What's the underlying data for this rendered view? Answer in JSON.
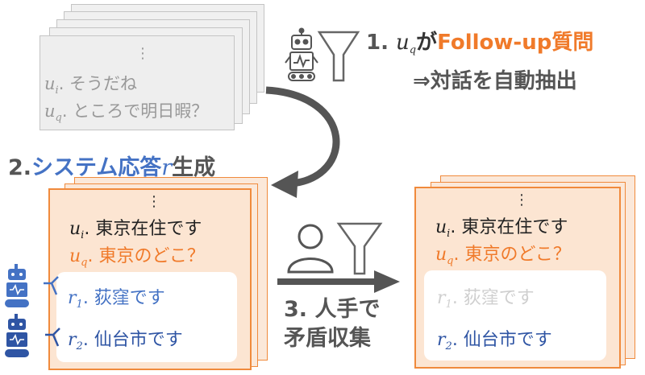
{
  "colors": {
    "orange": "#f07a2a",
    "blue": "#4472c4",
    "text_gray": "#999999",
    "dark": "#333333",
    "faded": "#cfcfcf"
  },
  "dialogue_pool": {
    "ellipsis": "⋮",
    "line1": {
      "var": "u",
      "sub": "i",
      "text": ". そうだね"
    },
    "line2": {
      "var": "u",
      "sub": "q",
      "text": ". ところで明日暇？"
    }
  },
  "step1": {
    "number": "1.",
    "var": "u",
    "sub": "q",
    "ga": "が",
    "highlight": "Follow-up質問",
    "line2": "⇒対話を自動抽出",
    "icons": [
      "robot-icon",
      "filter-funnel-icon"
    ]
  },
  "step2": {
    "number": "2.",
    "label_a": "システム応答",
    "var": "r",
    "label_b": "生成"
  },
  "left_card": {
    "ellipsis": "⋮",
    "ui": {
      "var": "u",
      "sub": "i",
      "text": ". 東京在住です"
    },
    "uq": {
      "var": "u",
      "sub": "q",
      "text": ". 東京のどこ？"
    },
    "r1": {
      "var": "r",
      "sub": "1",
      "text": ". 荻窪です"
    },
    "r2": {
      "var": "r",
      "sub": "2",
      "text": ". 仙台市です"
    }
  },
  "step3": {
    "line1": "3. 人手で",
    "line2": "矛盾収集",
    "icons": [
      "person-icon",
      "filter-funnel-icon"
    ]
  },
  "right_card": {
    "ellipsis": "⋮",
    "ui": {
      "var": "u",
      "sub": "i",
      "text": ". 東京在住です"
    },
    "uq": {
      "var": "u",
      "sub": "q",
      "text": ". 東京のどこ？"
    },
    "r1": {
      "var": "r",
      "sub": "1",
      "text": ". 荻窪です"
    },
    "r2": {
      "var": "r",
      "sub": "2",
      "text": ". 仙台市です"
    }
  }
}
